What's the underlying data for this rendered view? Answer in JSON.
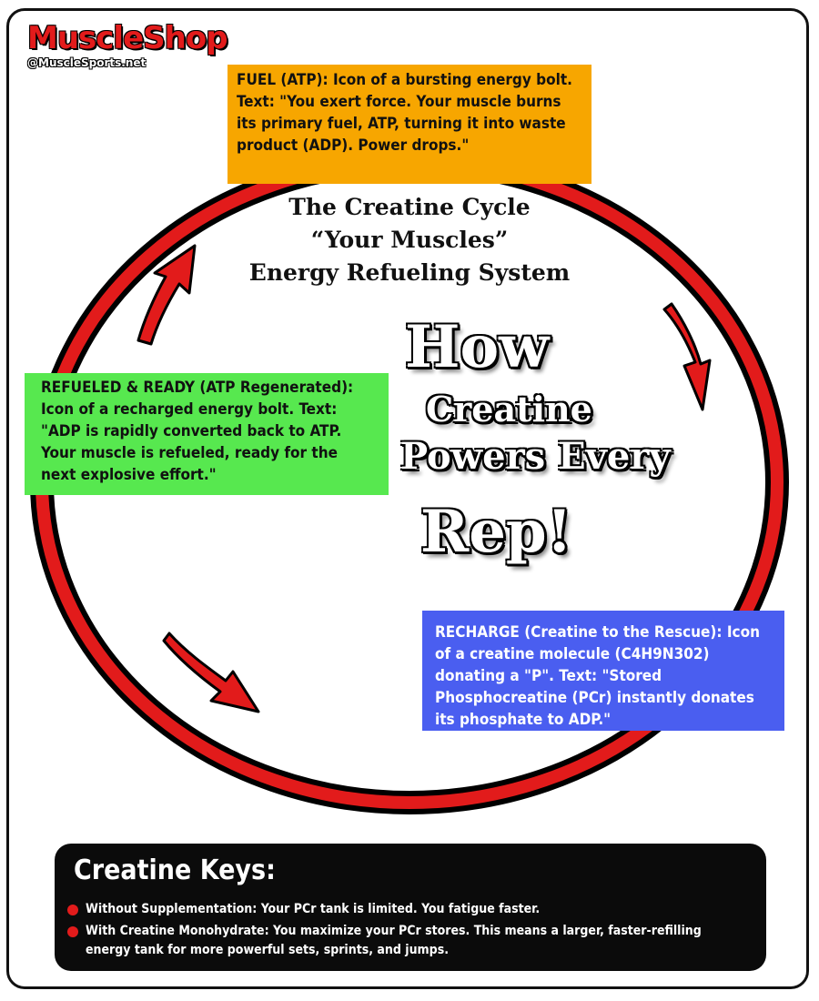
{
  "brand": {
    "logo_text": "MuscleShop",
    "handle": "@MuscleSports.net"
  },
  "cycle": {
    "title_line1": "The Creatine Cycle",
    "title_line2": "“Your Muscles”",
    "title_line3": "Energy Refueling System",
    "ring_color": "#e21b1b",
    "stages": {
      "fuel": {
        "text": "FUEL (ATP): Icon of a bursting energy bolt. Text: \"You exert force. Your muscle burns its primary fuel, ATP, turning it into waste product (ADP). Power drops.\"",
        "color": "#f7a600"
      },
      "recharge": {
        "text": "RECHARGE (Creatine to the Rescue): Icon of a creatine molecule (C4H9N302) donating a \"P\". Text: \"Stored Phosphocreatine (PCr) instantly donates its phosphate to ADP.\"",
        "color": "#4a5ef0"
      },
      "refueled": {
        "text": "REFUELED & READY (ATP Regenerated): Icon of a recharged energy bolt. Text: \"ADP is rapidly converted back to ATP. Your muscle is refueled, ready for the next explosive effort.\"",
        "color": "#57e84f"
      }
    }
  },
  "headline": {
    "line1": "How",
    "line2": "Creatine",
    "line3": "Powers Every",
    "line4": "Rep!"
  },
  "keys": {
    "title": "Creatine Keys:",
    "items": [
      "Without Supplementation: Your PCr tank is limited. You fatigue faster.",
      "With Creatine Monohydrate: You maximize your PCr stores. This means a larger, faster-refilling energy tank for more powerful sets, sprints, and jumps."
    ]
  }
}
